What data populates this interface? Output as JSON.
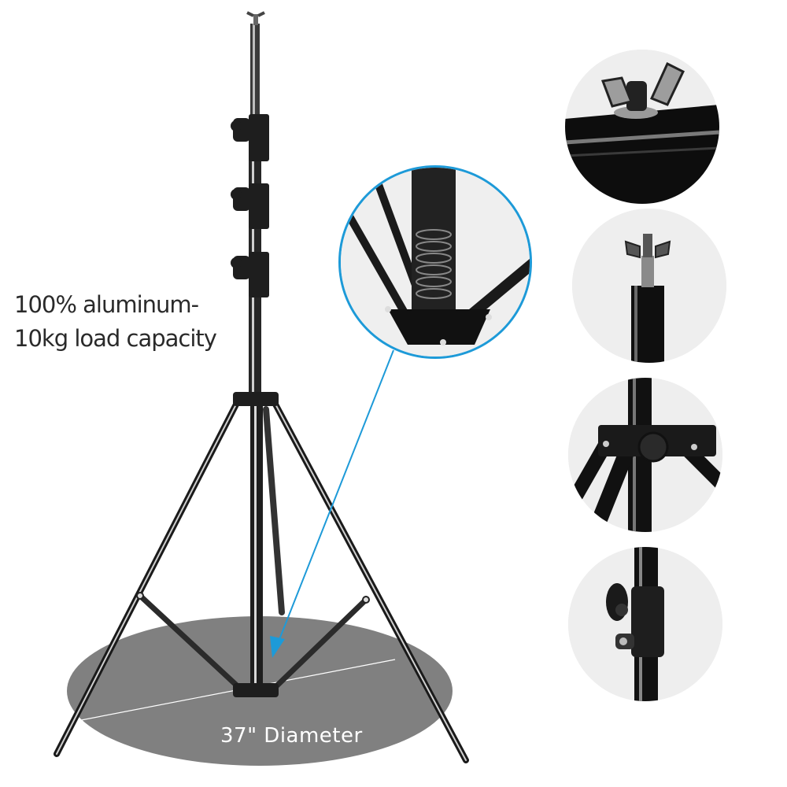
{
  "feature_text": {
    "line1": "100% aluminum-",
    "line2": "10kg load capacity"
  },
  "base_label": "37\" Diameter",
  "colors": {
    "callout_blue": "#1d9ad8",
    "base_disc_gray": "#808080",
    "detail_bg": "#eeeeee",
    "text_dark": "#2a2a2a",
    "text_light": "#ffffff"
  },
  "callout": {
    "subject": "spring-cushioned center column leg hub"
  },
  "detail_thumbnails": [
    {
      "subject": "wing nut on tube"
    },
    {
      "subject": "top stud with wing nut"
    },
    {
      "subject": "leg bracket hub"
    },
    {
      "subject": "locking knob section clamp"
    }
  ]
}
